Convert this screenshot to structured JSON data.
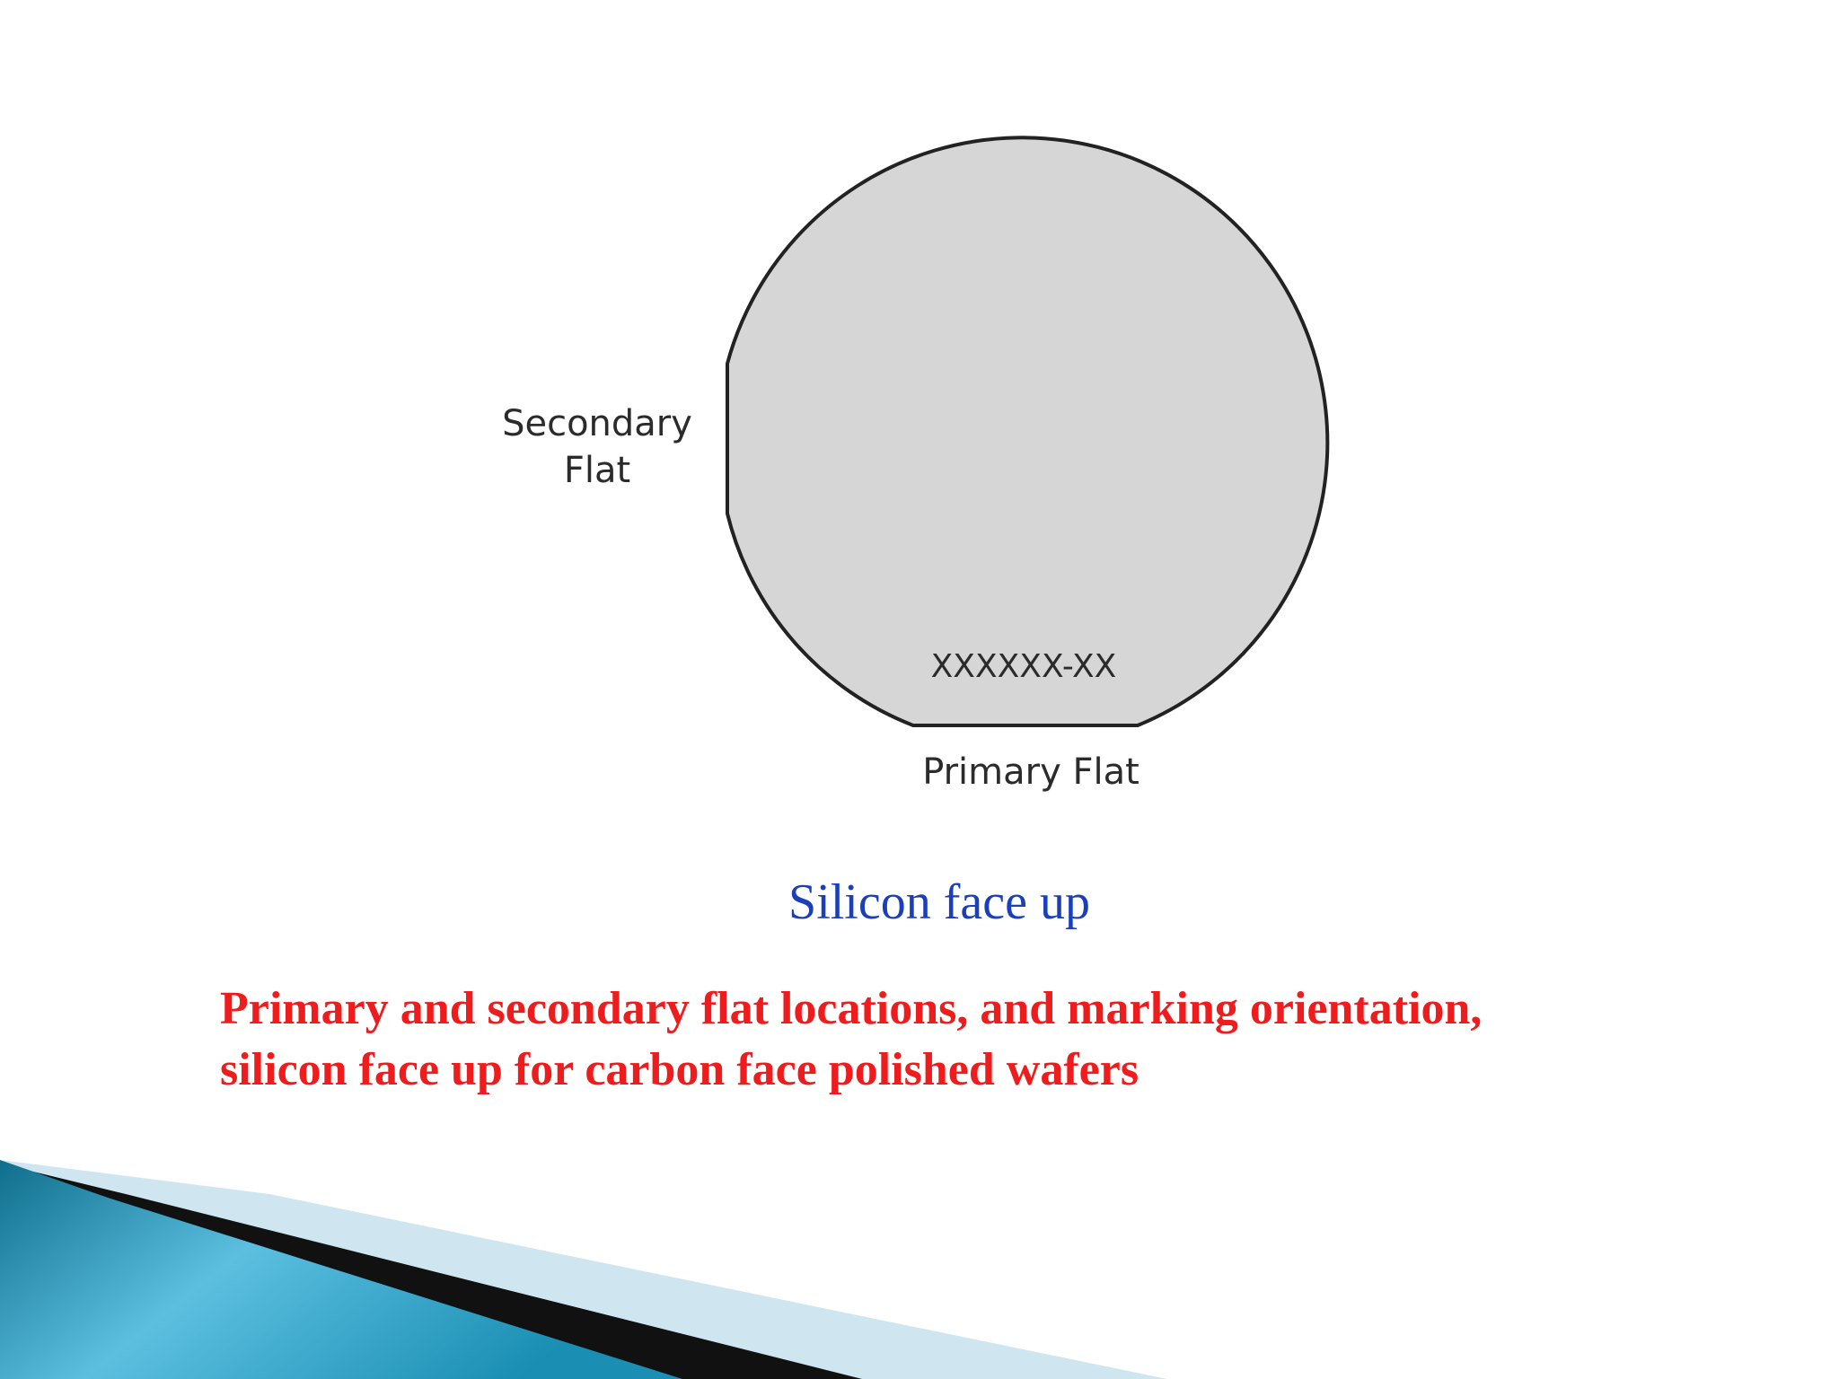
{
  "diagram": {
    "secondary_flat_label": "Secondary\nFlat",
    "primary_flat_label": "Primary Flat",
    "marking_label": "XXXXXX-XX",
    "wafer_fill": "#d6d6d6",
    "wafer_stroke": "#222222"
  },
  "caption": "Silicon face up",
  "description": "Primary and secondary flat locations, and  marking orientation,\nsilicon face up for carbon face polished wafers",
  "colors": {
    "caption": "#1a3fb8",
    "description": "#ee1c1c",
    "accent_teal": "#1b8db0",
    "accent_dark": "#111111",
    "accent_light": "#cfe6f0"
  }
}
